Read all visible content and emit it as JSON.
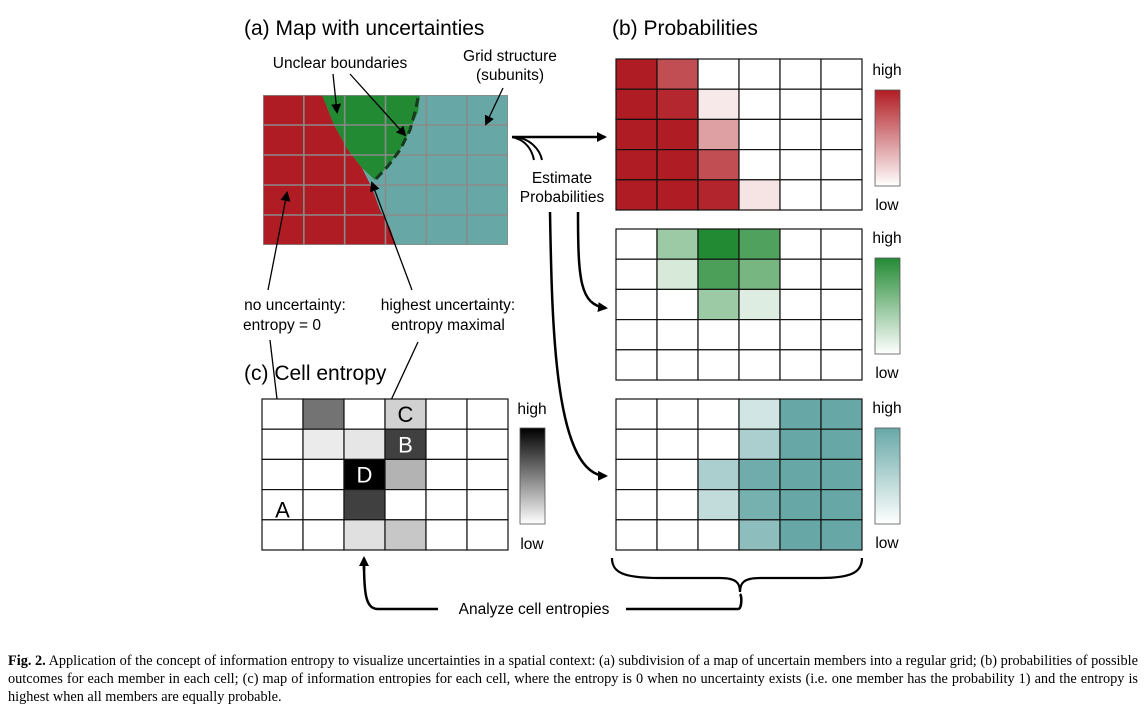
{
  "panels": {
    "a": {
      "title": "(a) Map with uncertainties"
    },
    "b": {
      "title": "(b) Probabilities"
    },
    "c": {
      "title": "(c) Cell entropy"
    }
  },
  "annotations": {
    "unclear_boundaries": "Unclear boundaries",
    "grid_structure": [
      "Grid structure",
      "(subunits)"
    ],
    "estimate_probabilities": [
      "Estimate",
      "Probabilities"
    ],
    "no_uncertainty": [
      "no uncertainty:",
      "entropy = 0"
    ],
    "highest_uncertainty": [
      "highest uncertainty:",
      "entropy maximal"
    ],
    "analyze": "Analyze cell entropies"
  },
  "legend": {
    "high": "high",
    "low": "low"
  },
  "colors": {
    "red": "#b01c23",
    "green": "#238a34",
    "teal": "#67a8a7",
    "grid_line": "#8a8a8a"
  },
  "probability_grids": [
    {
      "name": "red",
      "base_color": "#b01c23",
      "values": [
        [
          1.0,
          0.78,
          0,
          0,
          0,
          0
        ],
        [
          1.0,
          0.95,
          0.1,
          0,
          0,
          0
        ],
        [
          1.0,
          1.0,
          0.42,
          0,
          0,
          0
        ],
        [
          1.0,
          1.0,
          0.78,
          0,
          0,
          0
        ],
        [
          1.0,
          1.0,
          0.96,
          0.12,
          0,
          0
        ]
      ]
    },
    {
      "name": "green",
      "base_color": "#238a34",
      "values": [
        [
          0,
          0.45,
          1.0,
          0.8,
          0,
          0
        ],
        [
          0,
          0.18,
          0.82,
          0.62,
          0,
          0
        ],
        [
          0,
          0,
          0.45,
          0.15,
          0,
          0
        ],
        [
          0,
          0,
          0,
          0,
          0,
          0
        ],
        [
          0,
          0,
          0,
          0,
          0,
          0
        ]
      ]
    },
    {
      "name": "teal",
      "base_color": "#67a8a7",
      "values": [
        [
          0,
          0,
          0,
          0.3,
          1.0,
          1.0
        ],
        [
          0,
          0,
          0,
          0.55,
          1.0,
          1.0
        ],
        [
          0,
          0,
          0.55,
          0.95,
          1.0,
          1.0
        ],
        [
          0,
          0,
          0.4,
          0.9,
          1.0,
          1.0
        ],
        [
          0,
          0,
          0,
          0.75,
          1.0,
          1.0
        ]
      ]
    }
  ],
  "entropy_grid": {
    "values": [
      [
        0,
        0.55,
        0,
        0.18,
        0,
        0
      ],
      [
        0,
        0.08,
        0.1,
        0.75,
        0,
        0
      ],
      [
        0,
        0,
        1.0,
        0.3,
        0,
        0
      ],
      [
        0,
        0,
        0.75,
        0,
        0,
        0
      ],
      [
        0,
        0,
        0.12,
        0.22,
        0,
        0
      ]
    ],
    "cell_labels": [
      {
        "text": "C",
        "row": 0,
        "col": 3
      },
      {
        "text": "B",
        "row": 1,
        "col": 3
      },
      {
        "text": "D",
        "row": 2,
        "col": 2
      },
      {
        "text": "A",
        "row": 3,
        "col": 0
      }
    ]
  },
  "caption": {
    "label": "Fig. 2.",
    "text": "Application of the concept of information entropy to visualize uncertainties in a spatial context: (a) subdivision of a map of uncertain members into a regular grid; (b) probabilities of possible outcomes for each member in each cell; (c) map of information entropies for each cell, where the entropy is 0 when no uncertainty exists (i.e. one member has the probability 1) and the entropy is highest when all members are equally probable."
  }
}
